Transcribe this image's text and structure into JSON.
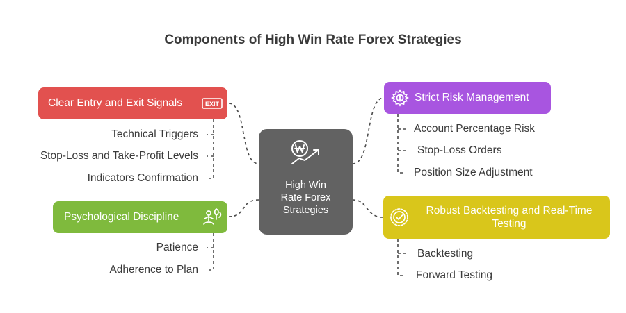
{
  "title": "Components of High Win Rate Forex Strategies",
  "center": {
    "lines": [
      "High Win",
      "Rate Forex",
      "Strategies"
    ],
    "icon": "money-growth-icon"
  },
  "branches": {
    "entry_exit": {
      "label": "Clear Entry and Exit Signals",
      "icon": "exit-sign-icon",
      "icon_text": "EXIT",
      "color": "#e2514f",
      "items": [
        "Technical Triggers",
        "Stop-Loss and Take-Profit Levels",
        "Indicators Confirmation"
      ]
    },
    "risk": {
      "label": "Strict Risk Management",
      "icon": "gear-icon",
      "color": "#a855e0",
      "items": [
        "Account Percentage Risk",
        "Stop-Loss Orders",
        "Position Size Adjustment"
      ]
    },
    "psychology": {
      "label": "Psychological Discipline",
      "icon": "meditation-icon",
      "color": "#7fba3d",
      "items": [
        "Patience",
        "Adherence to Plan"
      ]
    },
    "testing": {
      "label_line1": "Robust Backtesting and Real-Time",
      "label_line2": "Testing",
      "icon": "seal-check-icon",
      "color": "#d9c61b",
      "items": [
        "Backtesting",
        "Forward Testing"
      ]
    }
  }
}
